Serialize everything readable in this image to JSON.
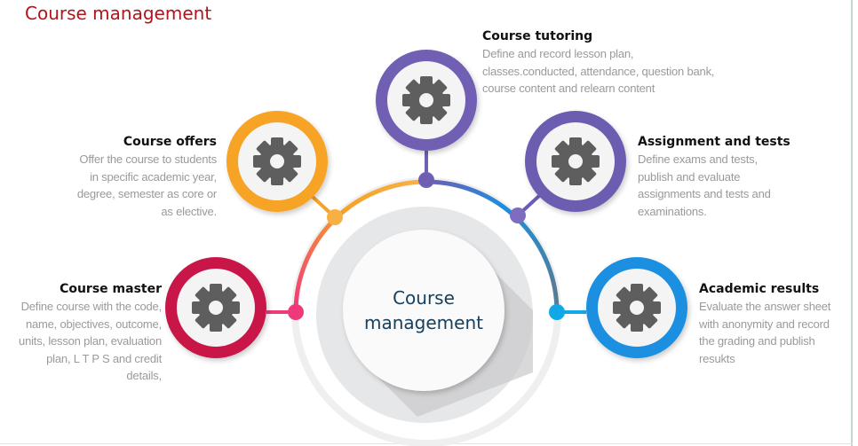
{
  "title": "Course management",
  "center": {
    "line1": "Course",
    "line2": "management"
  },
  "nodes": {
    "tutoring": {
      "heading": "Course tutoring",
      "lines": [
        "Define and record lesson plan,",
        "classes.conducted, attendance, question bank,",
        "course content and relearn content"
      ],
      "color": "#6f5fb3"
    },
    "offers": {
      "heading": "Course offers",
      "lines": [
        "Offer the course to students",
        "in specific academic year,",
        "degree, semester as core or",
        "as elective."
      ],
      "color": "#f7a325"
    },
    "assignment": {
      "heading": "Assignment and tests",
      "lines": [
        "Define exams and tests,",
        "publish and evaluate",
        "assignments and tests and",
        "examinations."
      ],
      "color": "#6c5db0"
    },
    "master": {
      "heading": "Course master",
      "lines": [
        "Define course with the code,",
        "name, objectives, outcome,",
        "units, lesson plan, evaluation",
        "plan, L T P S and credit",
        "details,"
      ],
      "color": "#c8174a"
    },
    "results": {
      "heading": "Academic results",
      "lines": [
        "Evaluate the answer sheet",
        "with anonymity and record",
        "the grading and publish",
        "resukts"
      ],
      "color": "#1a8fe0"
    }
  },
  "icons": {
    "node_icon": "gear-icon"
  }
}
